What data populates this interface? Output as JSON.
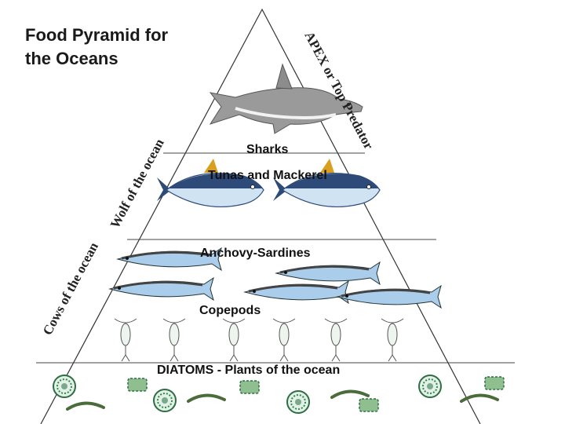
{
  "title_line1": "Food Pyramid for",
  "title_line2": "the Oceans",
  "levels": {
    "sharks": "Sharks",
    "tunas": "Tunas and Mackerel",
    "anchovy": "Anchovy-Sardines",
    "copepods": "Copepods",
    "diatoms": "DIATOMS - Plants of the ocean"
  },
  "side_labels": {
    "apex": "APEX or Top Predator",
    "wolf": "Wolf of the ocean",
    "cows": "Cows of the ocean"
  },
  "colors": {
    "shark": "#9a9a9a",
    "tuna_back": "#2e4a78",
    "tuna_belly": "#cfe3f2",
    "sardine": "#aacdeb",
    "diatom": "#2f8a4a"
  }
}
